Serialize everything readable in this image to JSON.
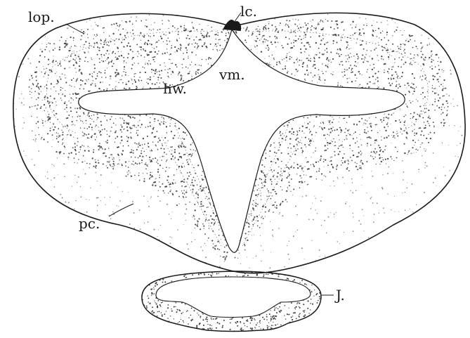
{
  "figure": {
    "labels": {
      "lop": "lop.",
      "lc": "lc.",
      "vm": "vm.",
      "hw": "hw.",
      "pc": "pc.",
      "j": "J."
    },
    "colors": {
      "ink": "#1a1a1a",
      "paper": "#ffffff",
      "stipple": "#2a2a2a"
    }
  }
}
